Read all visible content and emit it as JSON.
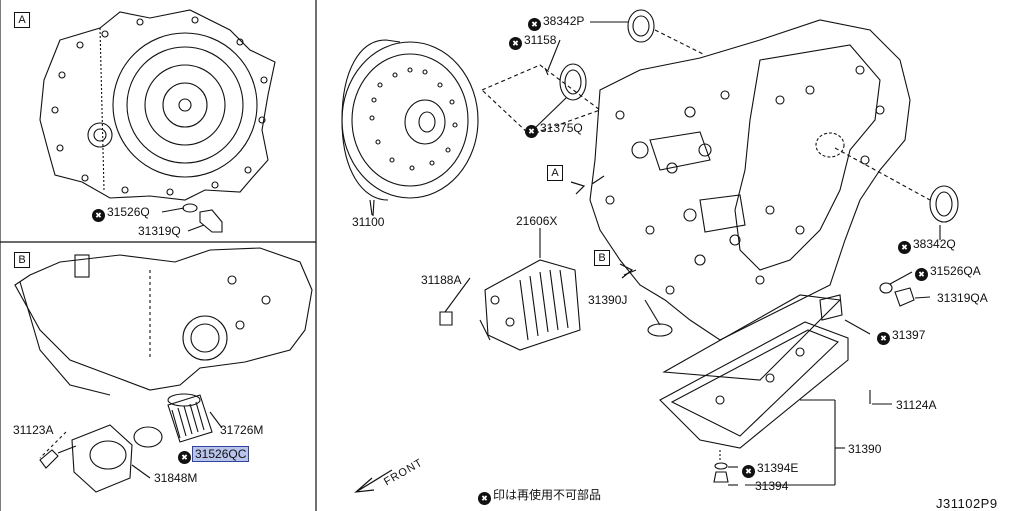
{
  "panels": {
    "a_tag": "A",
    "b_tag": "B"
  },
  "main": {
    "view_tags": [
      "A",
      "B"
    ],
    "front_label": "FRONT"
  },
  "parts": {
    "p31526Q": "31526Q",
    "p31319Q": "31319Q",
    "p31123A": "31123A",
    "p31526QC": "31526QC",
    "p31726M": "31726M",
    "p31848M": "31848M",
    "p38342P": "38342P",
    "p31158": "31158",
    "p31375Q": "31375Q",
    "p31100": "31100",
    "p21606X": "21606X",
    "p31188A": "31188A",
    "p31390J": "31390J",
    "p38342Q": "38342Q",
    "p31526QA": "31526QA",
    "p31319QA": "31319QA",
    "p31397": "31397",
    "p31124A": "31124A",
    "p31390": "31390",
    "p31394E": "31394E",
    "p31394": "31394"
  },
  "legend": {
    "text": "印は再使用不可部品"
  },
  "diagram_id": "J31102P9",
  "colors": {
    "highlight_bg": "#b9c4ec",
    "highlight_border": "#2f43a0",
    "line": "#111111"
  }
}
